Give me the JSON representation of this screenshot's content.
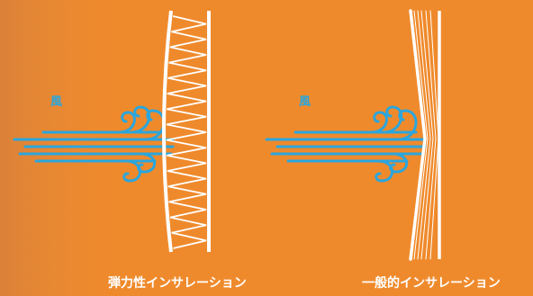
{
  "colors": {
    "background": "#ef8a2c",
    "wind": "#2ba6dd",
    "wind_label": "#2ba6dd",
    "barrier": "#ffffff",
    "caption": "#ffffff"
  },
  "panels": [
    {
      "wind_label": "風",
      "caption": "弾力性インサレーション",
      "icon": "zigzag-elastic-insulation"
    },
    {
      "wind_label": "風",
      "caption": "一般的インサレーション",
      "icon": "compressed-common-insulation"
    }
  ]
}
